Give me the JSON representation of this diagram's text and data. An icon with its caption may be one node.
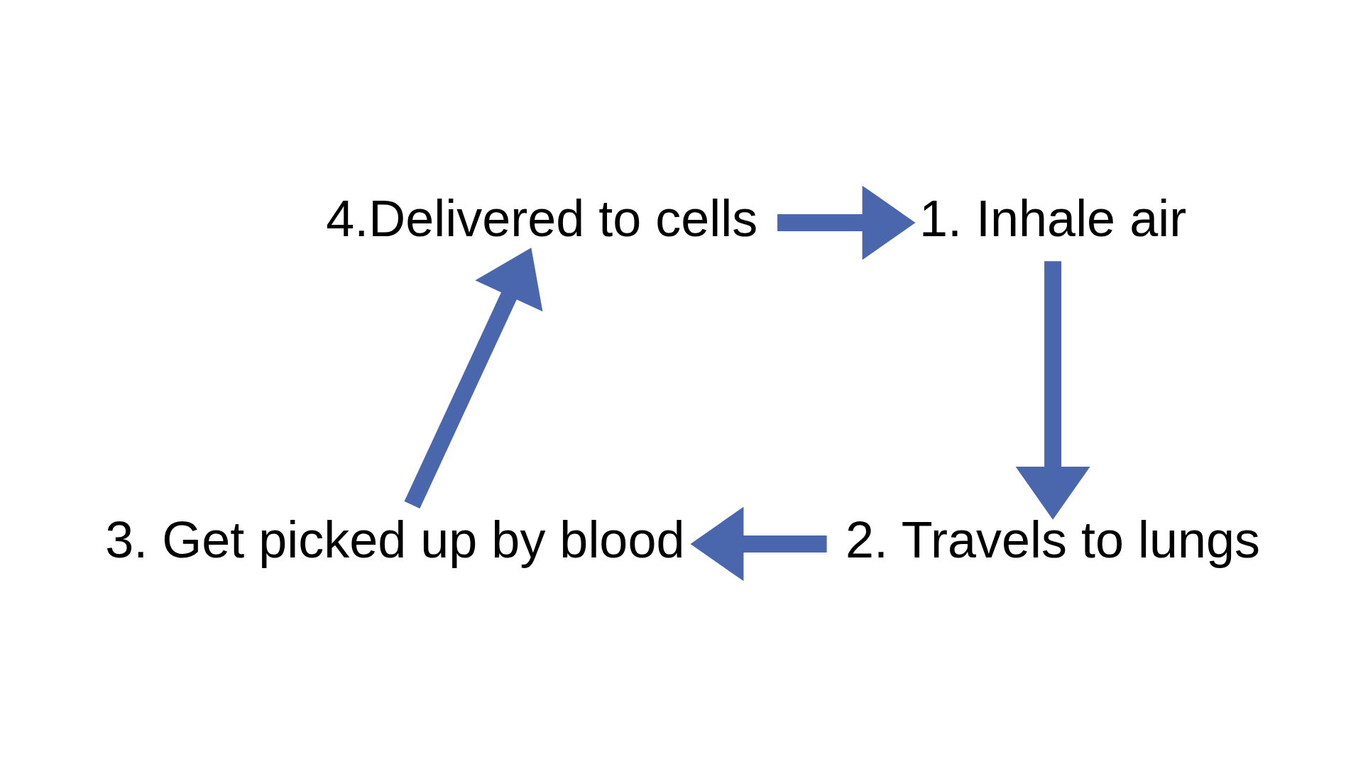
{
  "diagram": {
    "nodes": [
      {
        "text": [
          "1. Inhale air"
        ]
      },
      {
        "text": [
          "2. Travels to lungs"
        ]
      },
      {
        "text": [
          "3. Get picked up by blood"
        ]
      },
      {
        "text": [
          "4.Delivered to cells"
        ]
      }
    ],
    "edges": [
      {
        "from": 3,
        "to": 0,
        "arrow": "to"
      },
      {
        "from": 0,
        "to": 1,
        "arrow": "to"
      },
      {
        "from": 1,
        "to": 2,
        "arrow": "to"
      },
      {
        "from": 2,
        "to": 3,
        "arrow": "to"
      }
    ]
  }
}
